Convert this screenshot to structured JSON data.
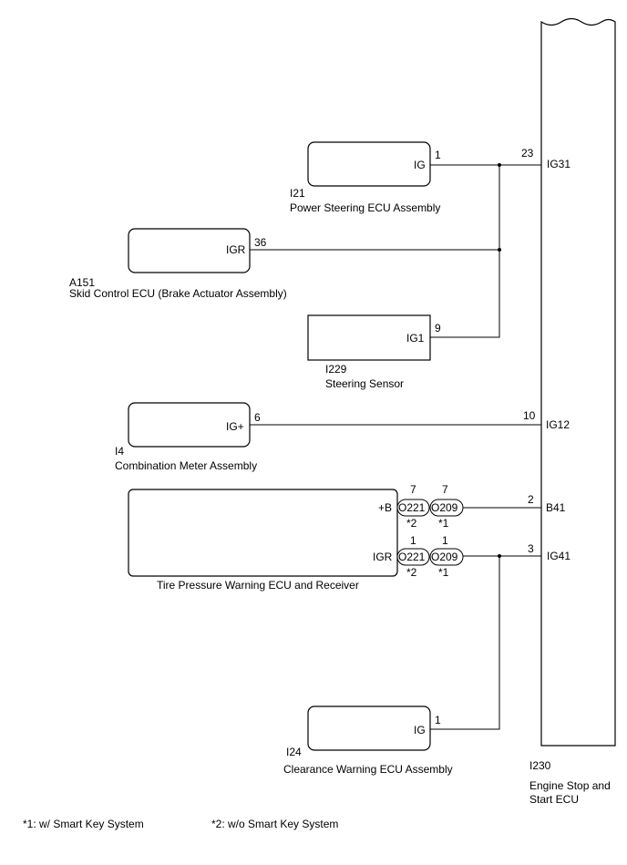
{
  "ecu_main": {
    "code": "I230",
    "name_line1": "Engine Stop and",
    "name_line2": "Start ECU"
  },
  "ecu_main_pins": [
    {
      "pin": "23",
      "terminal": "IG31"
    },
    {
      "pin": "10",
      "terminal": "IG12"
    },
    {
      "pin": "2",
      "terminal": "B41"
    },
    {
      "pin": "3",
      "terminal": "IG41"
    }
  ],
  "components": {
    "power_steering": {
      "code": "I21",
      "name": "Power Steering ECU Assembly",
      "terminal": "IG",
      "pin": "1"
    },
    "skid_control": {
      "code": "A151",
      "name": "Skid Control ECU (Brake Actuator Assembly)",
      "terminal": "IGR",
      "pin": "36"
    },
    "steering_sensor": {
      "code": "I229",
      "name": "Steering Sensor",
      "terminal": "IG1",
      "pin": "9"
    },
    "combination_meter": {
      "code": "I4",
      "name": "Combination Meter Assembly",
      "terminal": "IG+",
      "pin": "6"
    },
    "tire_pressure": {
      "name": "Tire Pressure Warning ECU and Receiver",
      "terminal_b": "+B",
      "terminal_igr": "IGR"
    },
    "clearance_warning": {
      "code": "I24",
      "name": "Clearance Warning ECU Assembly",
      "terminal": "IG",
      "pin": "1"
    }
  },
  "connectors": {
    "b_row": {
      "left": "O221",
      "right": "O209",
      "left_pin": "7",
      "right_pin": "7",
      "left_note": "*2",
      "right_note": "*1"
    },
    "igr_row": {
      "left": "O221",
      "right": "O209",
      "left_pin": "1",
      "right_pin": "1",
      "left_note": "*2",
      "right_note": "*1"
    }
  },
  "footnotes": {
    "note1": "*1: w/ Smart Key System",
    "note2": "*2: w/o Smart Key System"
  }
}
